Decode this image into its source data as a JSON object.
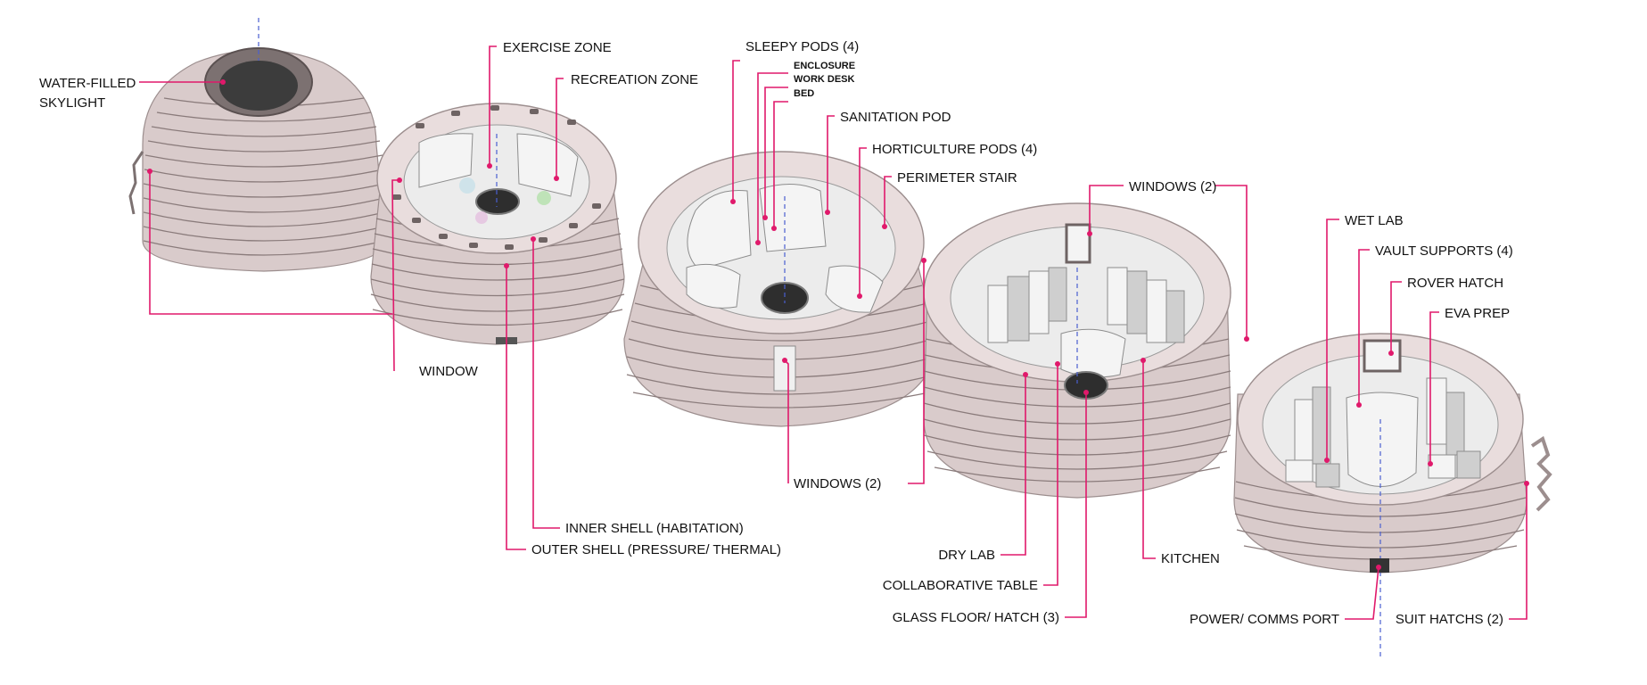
{
  "colors": {
    "accent": "#e0196b",
    "axis": "#4a5fd0",
    "shell": "#d9cbcb",
    "interior": "#ececec"
  },
  "labels": {
    "water_filled_skylight_1": "WATER-FILLED",
    "water_filled_skylight_2": "SKYLIGHT",
    "exercise_zone": "EXERCISE ZONE",
    "recreation_zone": "RECREATION ZONE",
    "window": "WINDOW",
    "inner_shell": "INNER SHELL (HABITATION)",
    "outer_shell": "OUTER SHELL (PRESSURE/ THERMAL)",
    "sleepy_pods": "SLEEPY PODS (4)",
    "enclosure": "ENCLOSURE",
    "work_desk": "WORK DESK",
    "bed": "BED",
    "sanitation_pod": "SANITATION POD",
    "horticulture_pods": "HORTICULTURE PODS (4)",
    "perimeter_stair": "PERIMETER STAIR",
    "windows_2_lower": "WINDOWS (2)",
    "windows_2_upper": "WINDOWS (2)",
    "dry_lab": "DRY LAB",
    "collaborative_table": "COLLABORATIVE TABLE",
    "glass_floor_hatch": "GLASS FLOOR/ HATCH (3)",
    "kitchen": "KITCHEN",
    "wet_lab": "WET LAB",
    "vault_supports": "VAULT SUPPORTS (4)",
    "rover_hatch": "ROVER HATCH",
    "eva_prep": "EVA PREP",
    "power_comms_port": "POWER/ COMMS PORT",
    "suit_hatchs": "SUIT HATCHS (2)"
  }
}
